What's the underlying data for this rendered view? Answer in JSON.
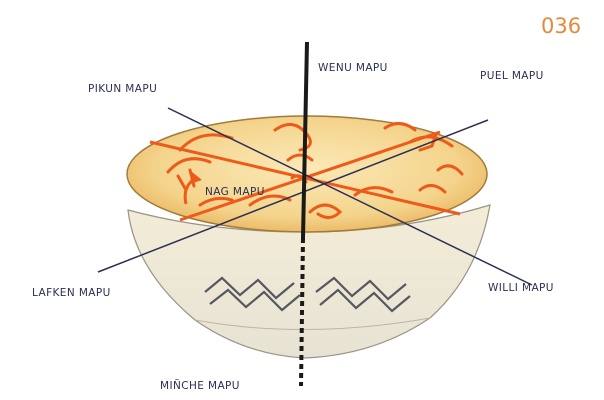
{
  "page_number": "036",
  "labels": {
    "wenu": "WENU MAPU",
    "pikun": "PIKUN MAPU",
    "puel": "PUEL MAPU",
    "nag": "NAG MAPU",
    "lafken": "LAFKEN MAPU",
    "willi": "WILLI MAPU",
    "minche": "MIÑCHE MAPU"
  },
  "colors": {
    "ink": "#2b2f52",
    "pattern": "#ee5a1a",
    "disc_fill": "#f4d48c",
    "page_number": "#e4893d"
  }
}
